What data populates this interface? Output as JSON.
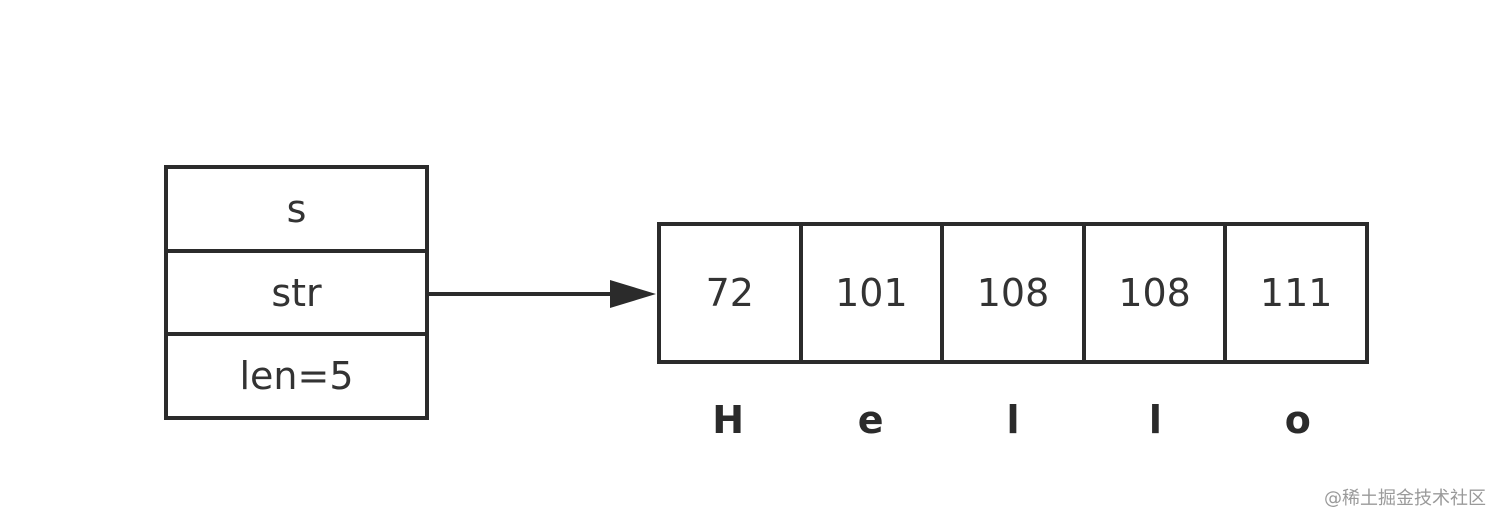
{
  "struct": {
    "fields": [
      "s",
      "str",
      "len=5"
    ]
  },
  "bytes": {
    "values": [
      "72",
      "101",
      "108",
      "108",
      "111"
    ],
    "chars": [
      "H",
      "e",
      "l",
      "l",
      "o"
    ]
  },
  "watermark": "@稀土掘金技术社区",
  "colors": {
    "stroke": "#2b2b2b",
    "text": "#333333",
    "watermark": "#9a9a9a"
  }
}
